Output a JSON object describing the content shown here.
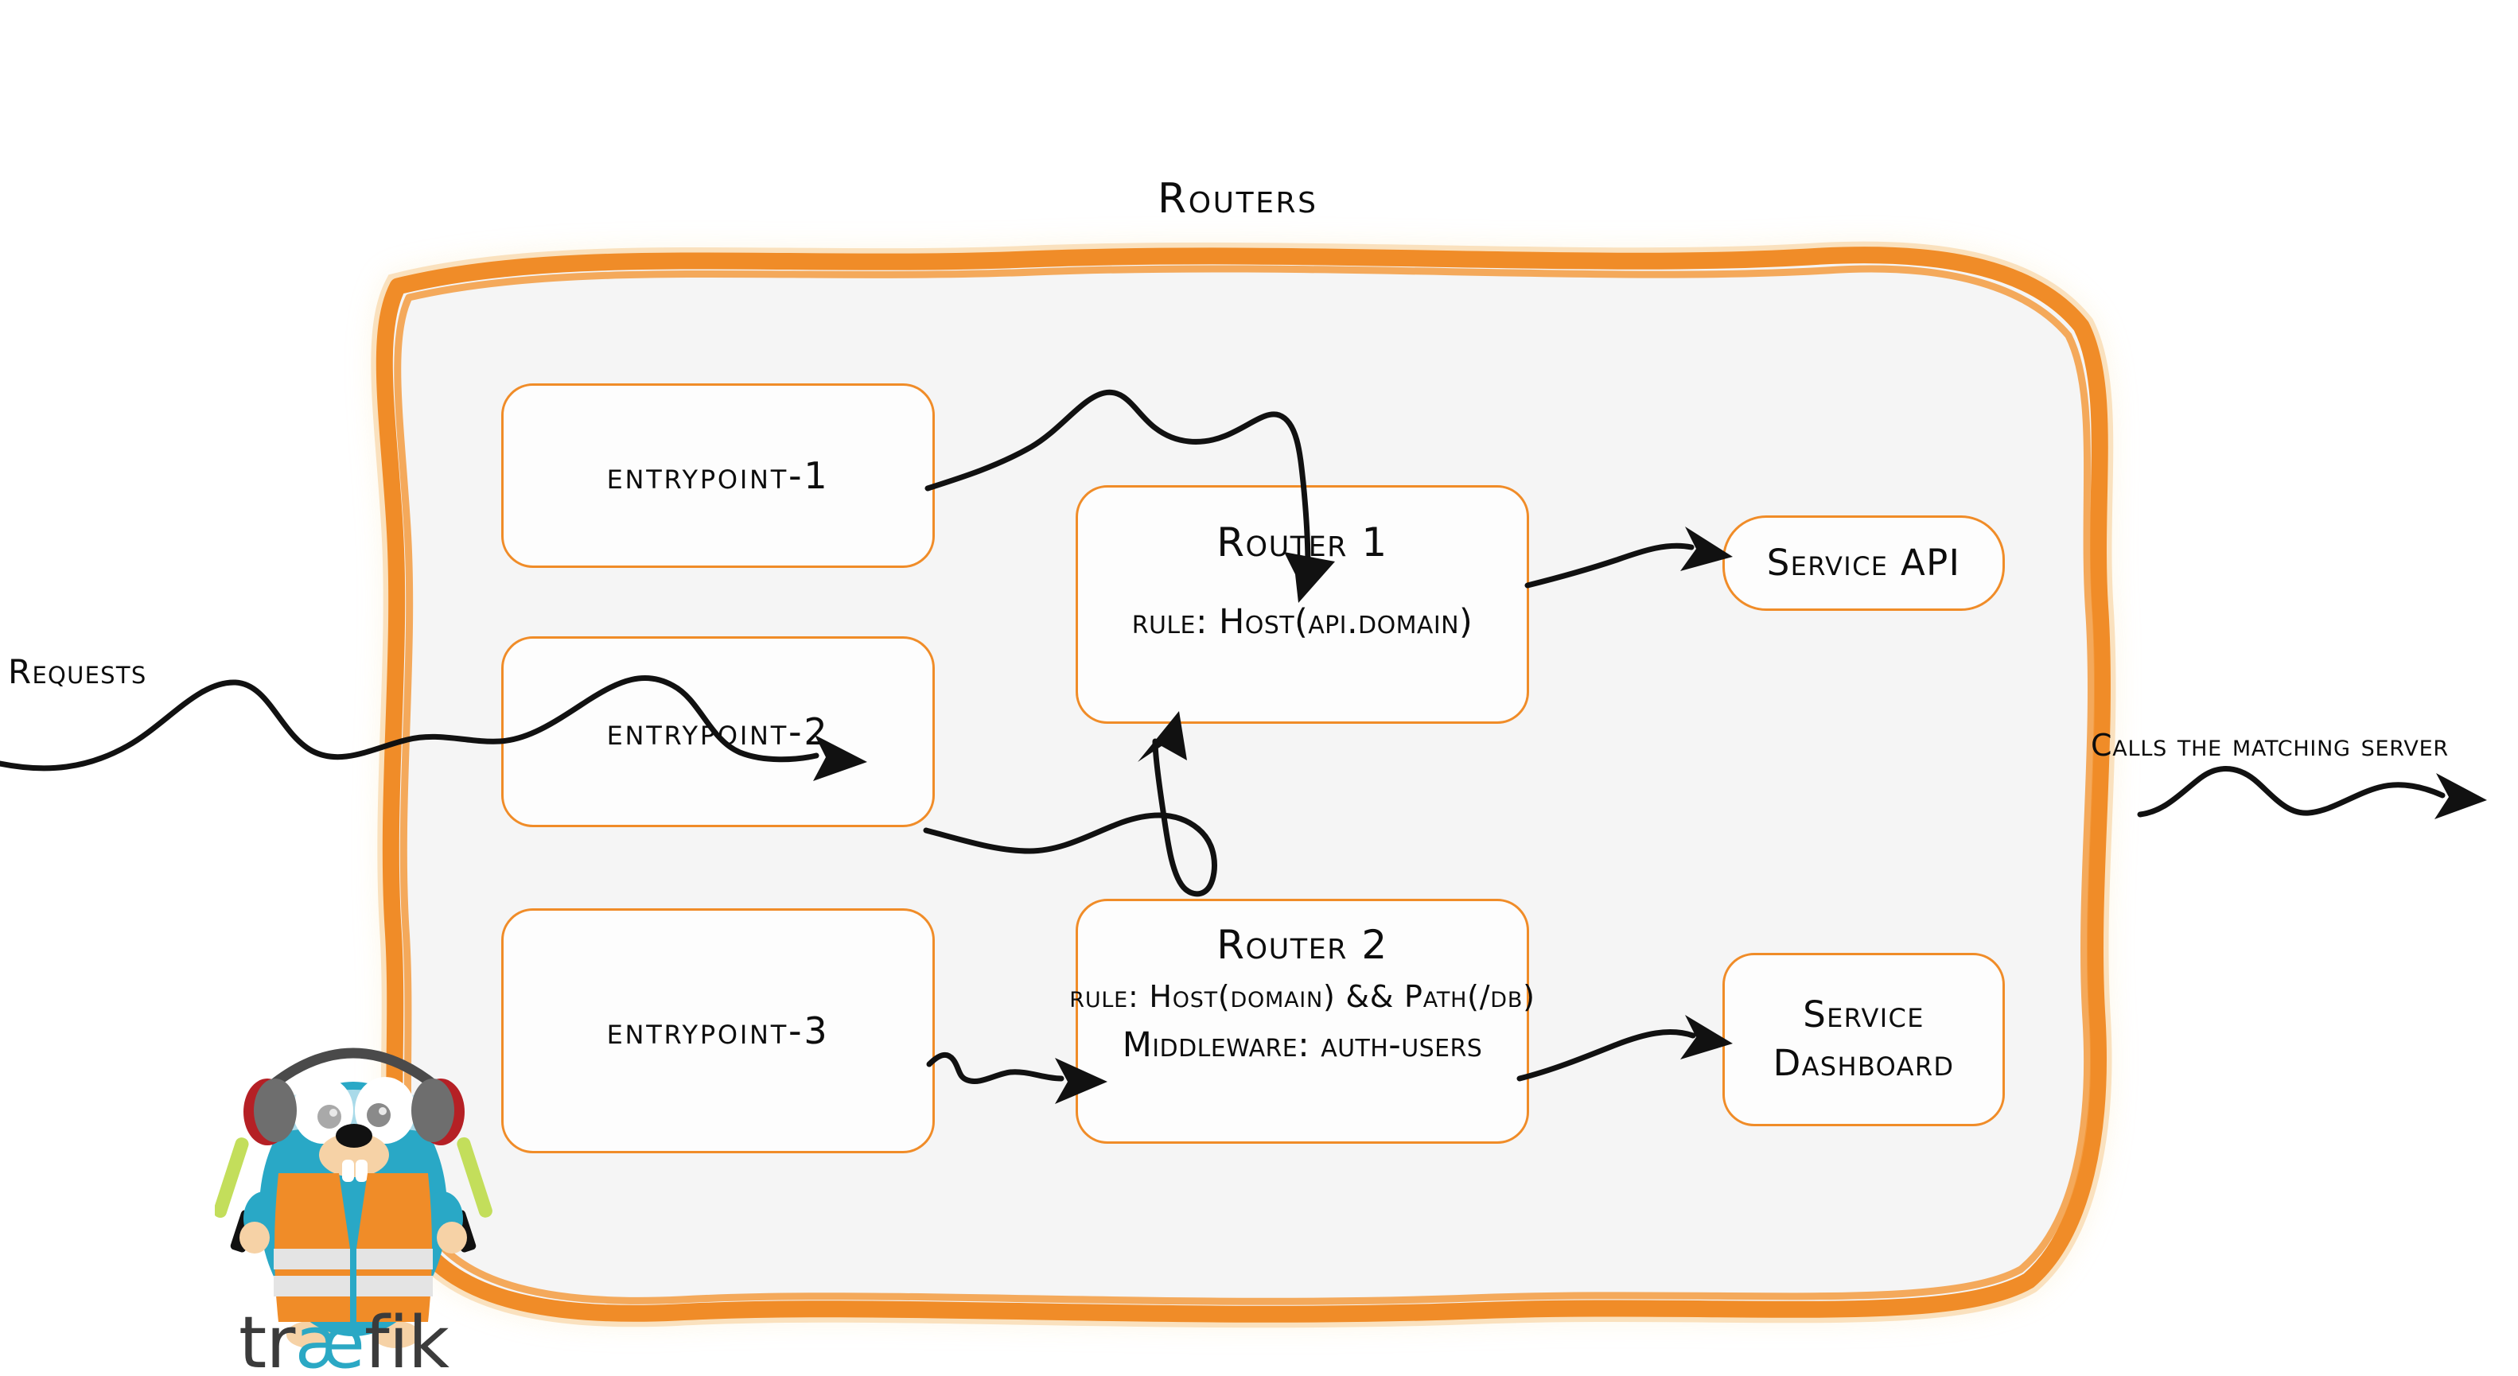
{
  "diagram": {
    "title": "Routers",
    "container_label": "Routers",
    "colors": {
      "accent_orange": "#F08C28",
      "container_fill": "#F5F5F5",
      "node_fill": "#FDFDFD",
      "ink": "#0D0D0D",
      "brand_cyan": "#2BA8C4",
      "logo_gray": "#3B3B3B",
      "vest_orange": "#F08C28",
      "wand_green": "#C3DE5B"
    }
  },
  "labels": {
    "requests": "Requests",
    "calls_the_matching_server": "Calls the matching server"
  },
  "entrypoints": [
    {
      "id": "entrypoint-1",
      "label": "entrypoint-1"
    },
    {
      "id": "entrypoint-2",
      "label": "entrypoint-2"
    },
    {
      "id": "entrypoint-3",
      "label": "entrypoint-3"
    }
  ],
  "routers": [
    {
      "id": "router-1",
      "title": "Router 1",
      "rule": "rule: Host(api.domain)",
      "middleware": null
    },
    {
      "id": "router-2",
      "title": "Router 2",
      "rule": "rule: Host(domain) && Path(/db)",
      "middleware": "Middleware: auth-users"
    }
  ],
  "services": [
    {
      "id": "service-api",
      "label": "Service API",
      "lines": [
        "Service API"
      ]
    },
    {
      "id": "service-dashboard",
      "label": "Service Dashboard",
      "lines": [
        "Service",
        "Dashboard"
      ]
    }
  ],
  "logo": {
    "word_prefix": "tr",
    "word_ligature": "æ",
    "word_suffix": "fik",
    "full": "træfik"
  }
}
